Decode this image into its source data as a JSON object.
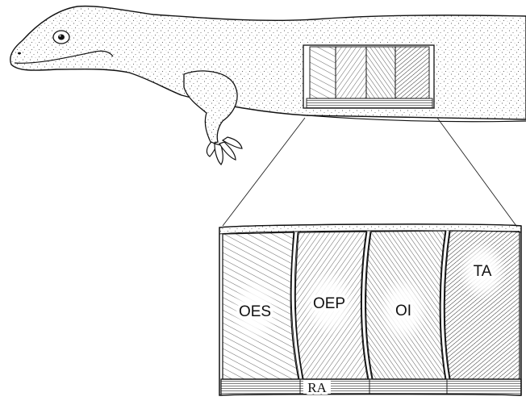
{
  "figure": {
    "labels": {
      "oes": "OES",
      "oep": "OEP",
      "oi": "OI",
      "ta": "TA",
      "ra": "RA"
    }
  }
}
